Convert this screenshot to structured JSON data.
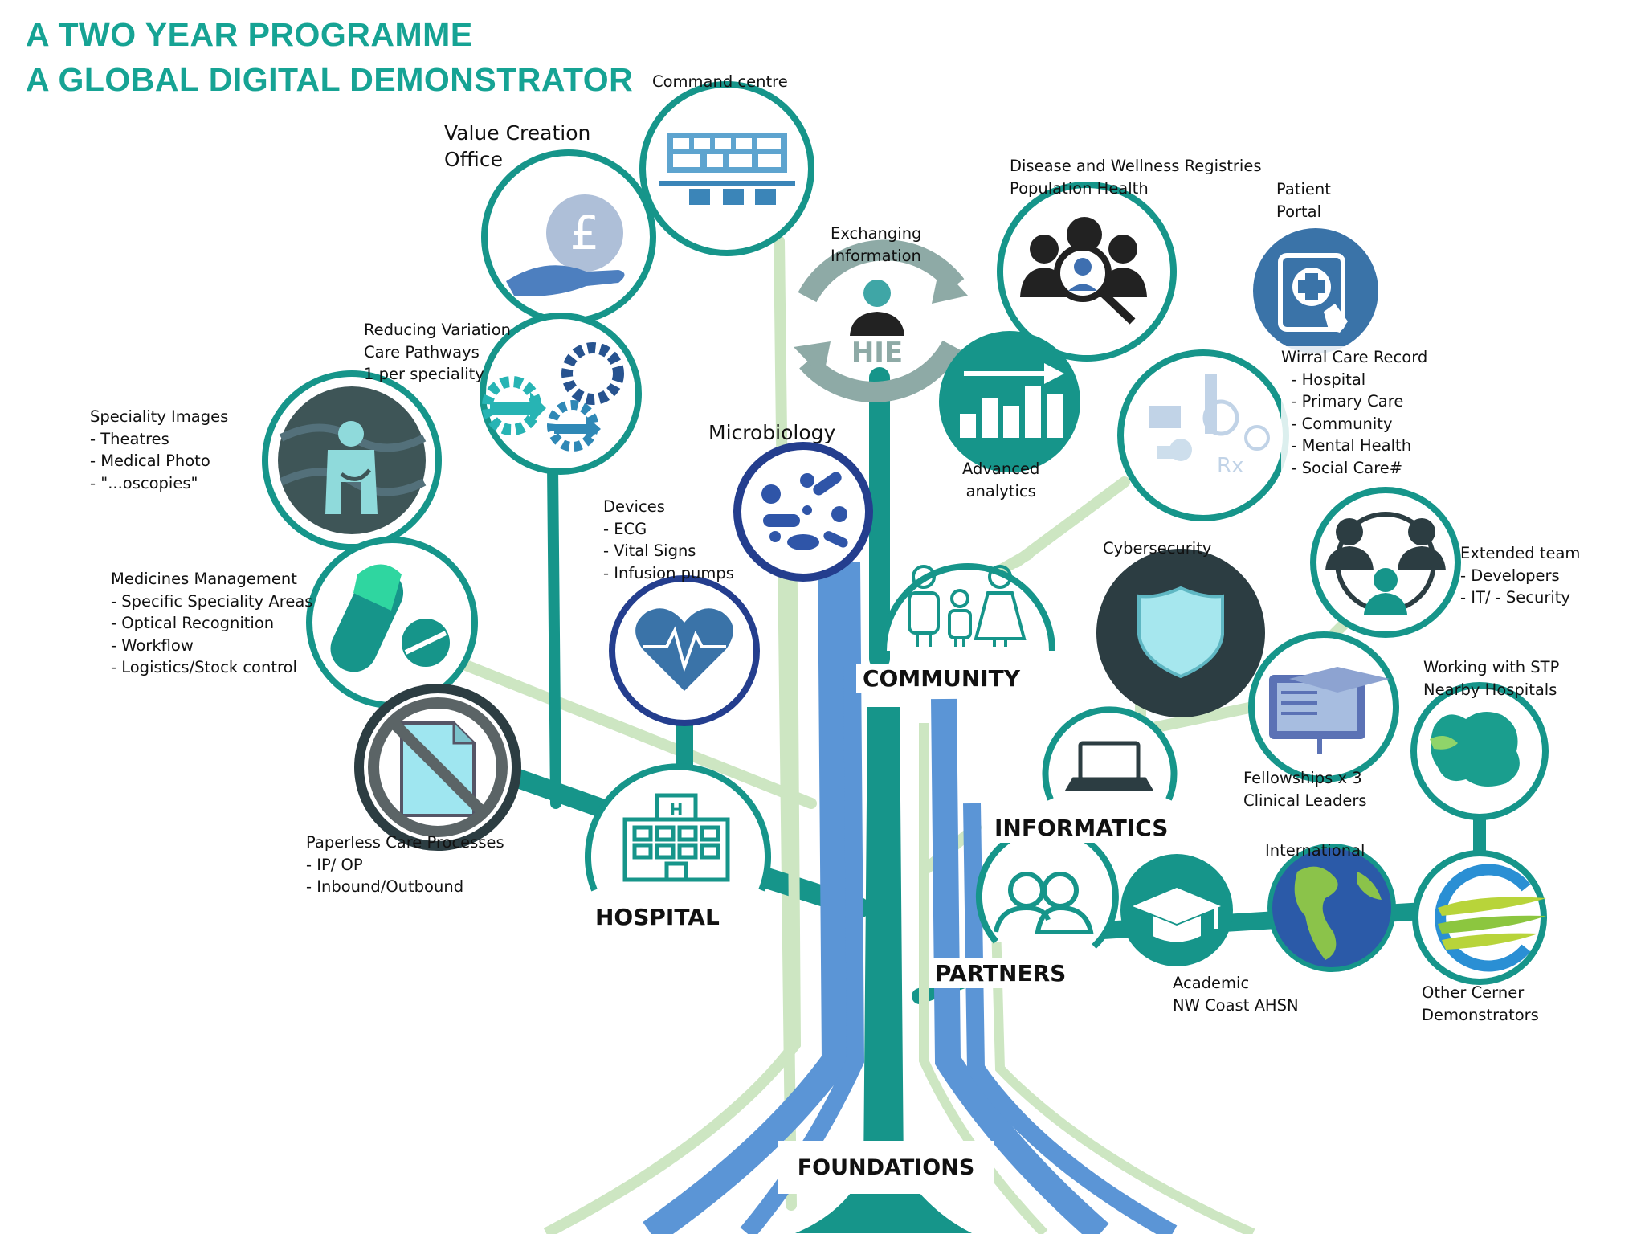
{
  "title": {
    "line1": "A TWO YEAR PROGRAMME",
    "line2": "A GLOBAL DIGITAL DEMONSTRATOR"
  },
  "branches": {
    "community": "COMMUNITY",
    "hospital": "HOSPITAL",
    "informatics": "INFORMATICS",
    "partners": "PARTNERS",
    "foundations": "FOUNDATIONS"
  },
  "hie_label": "HIE",
  "labels": {
    "command_centre": [
      "Command centre"
    ],
    "value_creation": [
      "Value Creation",
      "Office"
    ],
    "exchanging_information": [
      "Exchanging",
      "Information"
    ],
    "disease_registries": [
      "Disease and Wellness Registries",
      "Population Health"
    ],
    "patient_portal": [
      "Patient",
      "Portal"
    ],
    "reducing_variation": [
      "Reducing Variation",
      "Care Pathways",
      "1 per speciality"
    ],
    "wirral_care_record": [
      "Wirral Care Record",
      "  - Hospital",
      "  - Primary Care",
      "  - Community",
      "  - Mental Health",
      "  - Social Care#"
    ],
    "speciality_images": [
      "Speciality Images",
      "- Theatres",
      "- Medical Photo",
      "- \"...oscopies\""
    ],
    "microbiology": [
      "Microbiology"
    ],
    "advanced_analytics": [
      "Advanced",
      "analytics"
    ],
    "devices": [
      "Devices",
      "- ECG",
      "- Vital Signs",
      "- Infusion pumps"
    ],
    "cybersecurity": [
      "Cybersecurity"
    ],
    "extended_team": [
      "Extended team",
      "- Developers",
      "- IT/ - Security"
    ],
    "medicines_management": [
      "Medicines Management",
      "- Specific Speciality Areas",
      "- Optical Recognition",
      "- Workflow",
      "- Logistics/Stock control"
    ],
    "working_with_stp": [
      "Working with STP",
      "Nearby Hospitals"
    ],
    "fellowships": [
      "Fellowships x 3",
      "Clinical Leaders"
    ],
    "paperless": [
      "Paperless Care Processes",
      "- IP/ OP",
      "- Inbound/Outbound"
    ],
    "international": [
      "International"
    ],
    "academic": [
      "Academic",
      "NW Coast AHSN"
    ],
    "other_cerner": [
      "Other Cerner",
      "Demonstrators"
    ]
  },
  "colors": {
    "teal": "#16958a",
    "title_teal": "#16a394",
    "blue": "#5b95d6",
    "light_green": "#cde6c2",
    "navy": "#243e8e",
    "dark_slate": "#2c3d42",
    "slate_blue": "#3a73a8"
  }
}
